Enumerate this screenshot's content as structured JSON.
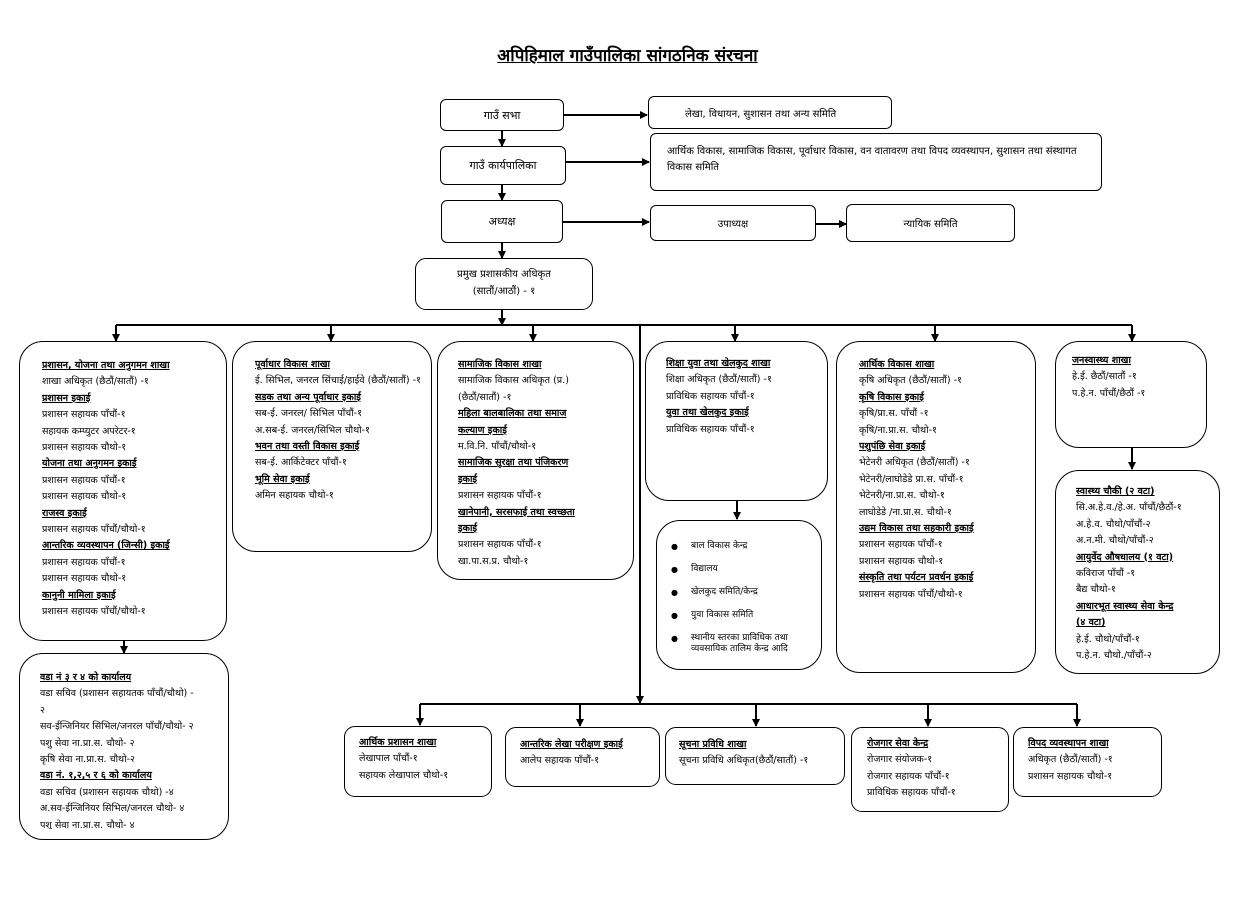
{
  "title": "अपिहिमाल गाउँपालिका सांगठनिक संरचना",
  "top": {
    "gaun_sabha": "गाउँ सभा",
    "gaun_sabha_committee": "लेखा, विधायन, सुशासन तथा अन्य समिति",
    "karyapalika": "गाउँ कार्यपालिका",
    "karyapalika_committee": "आर्थिक विकास, सामाजिक विकास, पूर्वाधार विकास, वन वातावरण तथा विपद व्यवस्थापन, सुशासन तथा संस्थागत विकास समिति",
    "adhyaksha": "अध्यक्ष",
    "upadhyaksha": "उपाध्यक्ष",
    "nyayik": "न्यायिक समिति",
    "cao_line1": "प्रमुख प्रशासकीय अधिकृत",
    "cao_line2": "(सातौं/आठौं) - १"
  },
  "branches": {
    "prashasan": [
      {
        "text": "प्रशासन, योजना तथा अनुगमन शाखा",
        "h": true
      },
      {
        "text": "शाखा अधिकृत (छैठौं/सातौं) -१"
      },
      {
        "text": "प्रशासन इकाई",
        "h": true
      },
      {
        "text": "प्रशासन सहायक पाँचौं-१"
      },
      {
        "text": "सहायक कम्प्युटर अपरेटर-१"
      },
      {
        "text": "प्रशासन सहायक चौथो-१"
      },
      {
        "text": "योजना तथा अनुगमन इकाई",
        "h": true
      },
      {
        "text": "प्रशासन सहायक पाँचौं-१"
      },
      {
        "text": "प्रशासन सहायक चौथो-१"
      },
      {
        "text": "राजस्व इकाई",
        "h": true
      },
      {
        "text": "प्रशासन सहायक पाँचौं/चौथो-१"
      },
      {
        "text": "आन्तरिक व्यवस्थापन (जिन्सी) इकाई",
        "h": true
      },
      {
        "text": "प्रशासन सहायक पाँचौं-१"
      },
      {
        "text": "प्रशासन सहायक चौथो-१"
      },
      {
        "text": "कानुनी मामिला इकाई",
        "h": true
      },
      {
        "text": "प्रशासन सहायक पाँचौं/चौथो-१"
      }
    ],
    "purwadhar": [
      {
        "text": "पूर्वाधार विकास शाखा",
        "h": true
      },
      {
        "text": "ई. सिभिल, जनरल सिंचाई/हाईवे (छैठौं/सातौं) -१"
      },
      {
        "text": "सडक तथा अन्य पूर्वाधार इकाई",
        "h": true
      },
      {
        "text": "सब-ई. जनरल/ सिभिल पाँचौं-१"
      },
      {
        "text": "अ.सब-ई. जनरल/सिभिल चौथो-१"
      },
      {
        "text": "भवन तथा वस्ती विकास इकाई",
        "h": true
      },
      {
        "text": "सब-ई. आर्किटेक्टर पाँचौं-१"
      },
      {
        "text": "भूमि सेवा इकाई",
        "h": true
      },
      {
        "text": "अमिन सहायक चौथो-१"
      }
    ],
    "samajik": [
      {
        "text": "सामाजिक विकास शाखा",
        "h": true
      },
      {
        "text": "सामाजिक विकास अधिकृत (प्र.)"
      },
      {
        "text": "(छैठौं/सातौं) -१"
      },
      {
        "text": "महिला बालबालिका तथा समाज",
        "h": true
      },
      {
        "text": "कल्याण इकाई",
        "h": true
      },
      {
        "text": "म.वि.नि. पाँचौं/चौथो-१"
      },
      {
        "text": "सामाजिक सुरक्षा तथा पंजिकरण",
        "h": true
      },
      {
        "text": "इकाई",
        "h": true
      },
      {
        "text": "प्रशासन सहायक पाँचौं-१"
      },
      {
        "text": "खानेपानी, सरसफाई तथा स्वच्छता",
        "h": true
      },
      {
        "text": "इकाई",
        "h": true
      },
      {
        "text": "प्रशासन सहायक पाँचौं-१"
      },
      {
        "text": "खा.पा.स.प्र. चौथो-१"
      }
    ],
    "shiksha": [
      {
        "text": "शिक्षा युवा तथा खेलकुद शाखा",
        "h": true
      },
      {
        "text": "शिक्षा अधिकृत (छैठौं/सातौं) -१"
      },
      {
        "text": "प्राविधिक सहायक पाँचौं-१"
      },
      {
        "text": "युवा तथा खेलकुद इकाई",
        "h": true
      },
      {
        "text": "प्राविधिक सहायक पाँचौं-१"
      }
    ],
    "shiksha_list": [
      "बाल विकास केन्द्र",
      "विद्यालय",
      "खेलकुद समिति/केन्द्र",
      "युवा विकास समिति",
      "स्थानीय स्तरका प्राविधिक तथा व्यवसायिक तालिम केन्द्र आदि"
    ],
    "arthik": [
      {
        "text": "आर्थिक विकास शाखा",
        "h": true
      },
      {
        "text": "कृषि अधिकृत (छैठौं/सातौं) -१"
      },
      {
        "text": "कृषि विकास इकाई",
        "h": true
      },
      {
        "text": "कृषि/प्रा.स. पाँचौं -१"
      },
      {
        "text": "कृषि/ना.प्रा.स. चौथो-१"
      },
      {
        "text": "पशुपंछि सेवा इकाई",
        "h": true
      },
      {
        "text": "भेटेनरी अधिकृत (छैठौं/सातौं) -१"
      },
      {
        "text": "भेटेनरी/लाघोडेडे प्रा.स. पाँचौं-१"
      },
      {
        "text": "भेटेनरी/ना.प्रा.स. चौथो-१"
      },
      {
        "text": "लाघोडेडे /ना.प्रा.स. चौथो-१"
      },
      {
        "text": "उद्यम विकास तथा सहकारी इकाई",
        "h": true
      },
      {
        "text": "प्रशासन सहायक पाँचौं-१"
      },
      {
        "text": "प्रशासन सहायक चौथो-१"
      },
      {
        "text": "संस्कृति तथा पर्यटन प्रवर्धन इकाई",
        "h": true
      },
      {
        "text": "प्रशासन सहायक पाँचौं/चौथो-१"
      }
    ],
    "janaswasthya": [
      {
        "text": "जनस्वास्थ्य शाखा",
        "h": true
      },
      {
        "text": "हे.ई. छैठौं/सातौं -१"
      },
      {
        "text": "प.हे.न. पाँचौं/छैठौं -१"
      }
    ],
    "swasthya_sub": [
      {
        "text": "स्वास्थ्य चौकी (२ वटा)",
        "h": true
      },
      {
        "text": "सि.अ.हे.व./हे.अ. पाँचौं/छैठौं-१"
      },
      {
        "text": "अ.हे.व. चौथो/पाँचौं-२"
      },
      {
        "text": "अ.न.मी. चौथो/पाँचौं-२"
      },
      {
        "text": "आयुर्वेद औषधालय (१ वटा)",
        "h": true
      },
      {
        "text": "कविराज पाँचौं -१"
      },
      {
        "text": "बैद्य चौथो-१"
      },
      {
        "text": "आधारभूत स्वास्थ्य सेवा केन्द्र",
        "h": true
      },
      {
        "text": "(४ वटा)",
        "h": true
      },
      {
        "text": "हे.ई. चौथो/पाँचौं-१"
      },
      {
        "text": "प.हे.न. चौथो./पाँचौं-२"
      }
    ],
    "wada": [
      {
        "text": "वडा नं ३ र ४ को कार्यालय",
        "h": true
      },
      {
        "text": "वडा सचिव (प्रशासन सहायतक पाँचौं/चौथो) -"
      },
      {
        "text": "२"
      },
      {
        "text": "सव-ईन्जिनियर सिभिल/जनरल पाँचौं/चौथो- २"
      },
      {
        "text": "पशु सेवा ना.प्रा.स. चौथो- २"
      },
      {
        "text": "कृषि सेवा ना.प्रा.स. चौथो-२"
      },
      {
        "text": "वडा नं. १,२,५ र ६ को कार्यालय",
        "h": true
      },
      {
        "text": "वडा सचिव (प्रशासन सहायक चौथो) -४"
      },
      {
        "text": "अ.सव-ईन्जिनियर सिभिल/जनरल चौथो- ४"
      },
      {
        "text": "पशु सेवा ना.प्रा.स. चौथो- ४"
      }
    ]
  },
  "bottom": {
    "arthik_prashasan": [
      {
        "text": "आर्थिक प्रशासन शाखा",
        "h": true
      },
      {
        "text": "लेखापाल पाँचौं-१"
      },
      {
        "text": "सहायक लेखापाल चौथो-१"
      }
    ],
    "lekha_parikshan": [
      {
        "text": "आन्तरिक लेखा परीक्षण इकाई",
        "h": true
      },
      {
        "text": "आलेप सहायक पाँचौं-१"
      }
    ],
    "suchana": [
      {
        "text": "सूचना प्रविधि शाखा",
        "h": true
      },
      {
        "text": "सूचना प्रविधि अधिकृत(छैठौं/सातौं) -१"
      }
    ],
    "rojgar": [
      {
        "text": "रोजगार सेवा केन्द्र",
        "h": true
      },
      {
        "text": "रोजगार संयोजक-१"
      },
      {
        "text": "रोजगार सहायक पाँचौं-१"
      },
      {
        "text": "प्राविधिक सहायक पाँचौं-१"
      }
    ],
    "vipad": [
      {
        "text": "विपद व्यवस्थापन शाखा",
        "h": true
      },
      {
        "text": "अधिकृत (छैठौं/सातौं) -१"
      },
      {
        "text": "प्रशासन सहायक चौथो-१"
      }
    ]
  }
}
